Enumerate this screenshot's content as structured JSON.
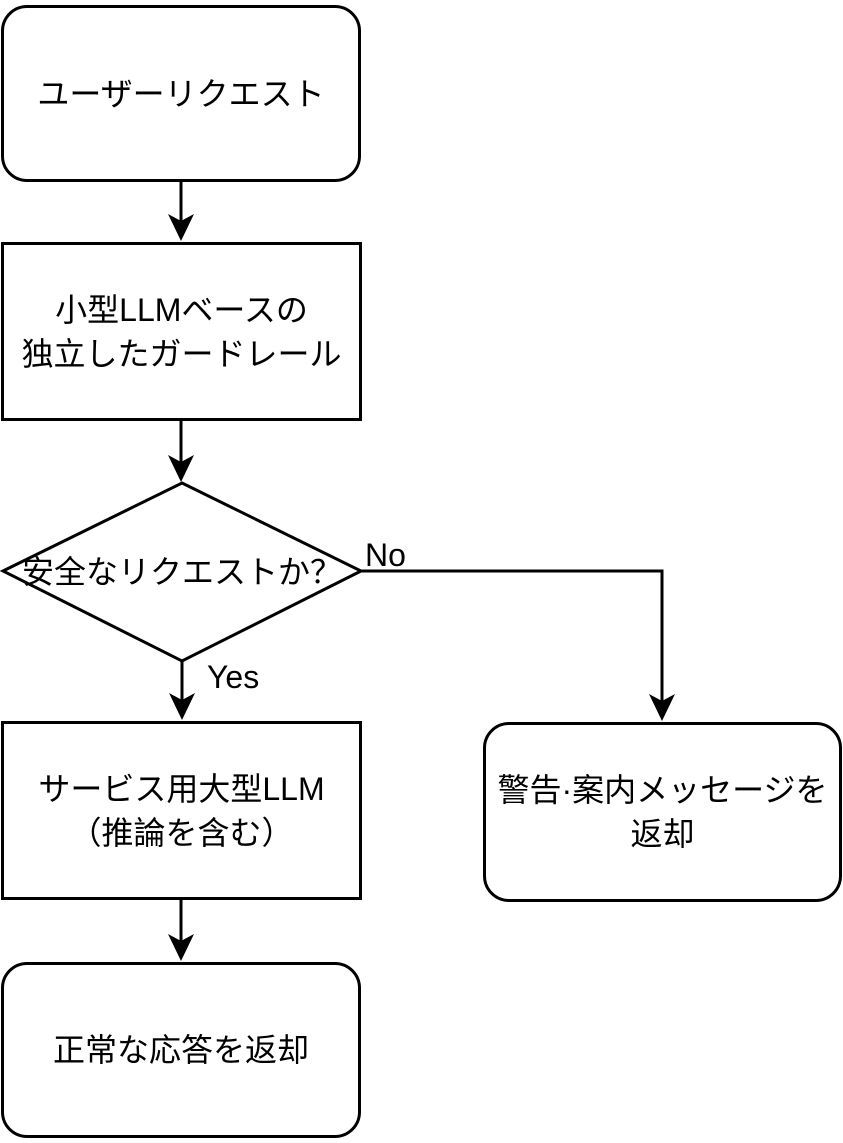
{
  "colors": {
    "stroke": "#000000",
    "node_fill": "#ffffff",
    "text": "#000000",
    "background": "#ffffff"
  },
  "nodes": {
    "user_request": {
      "type": "terminal-rounded",
      "label": "ユーザーリクエスト"
    },
    "guardrail": {
      "type": "process-rect",
      "lines": [
        "小型LLMベースの",
        "独立したガードレール"
      ]
    },
    "safe_check": {
      "type": "decision-diamond",
      "label": "安全なリクエストか？"
    },
    "service_llm": {
      "type": "process-rect",
      "lines": [
        "サービス用大型LLM",
        "（推論を含む）"
      ]
    },
    "normal_response": {
      "type": "terminal-rounded",
      "label": "正常な応答を返却"
    },
    "warning_message": {
      "type": "terminal-rounded",
      "lines": [
        "警告·案内メッセージを",
        "返却"
      ]
    }
  },
  "edge_labels": {
    "yes": "Yes",
    "no": "No"
  },
  "edges": [
    {
      "from": "user_request",
      "to": "guardrail",
      "label": ""
    },
    {
      "from": "guardrail",
      "to": "safe_check",
      "label": ""
    },
    {
      "from": "safe_check",
      "to": "service_llm",
      "label": "Yes"
    },
    {
      "from": "safe_check",
      "to": "warning_message",
      "label": "No"
    },
    {
      "from": "service_llm",
      "to": "normal_response",
      "label": ""
    }
  ]
}
